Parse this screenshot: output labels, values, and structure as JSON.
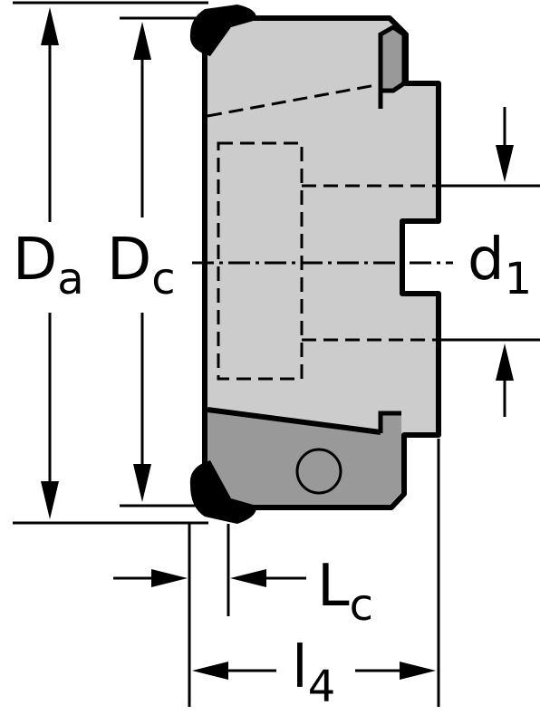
{
  "labels": {
    "da_main": "D",
    "da_sub": "a",
    "dc_main": "D",
    "dc_sub": "c",
    "d1_main": "d",
    "d1_sub": "1",
    "lc_main": "L",
    "lc_sub": "c",
    "l4_main": "l",
    "l4_sub": "4"
  },
  "colors": {
    "body": "#cccccc",
    "insert": "#999999",
    "outline": "#000000",
    "background": "#ffffff"
  }
}
